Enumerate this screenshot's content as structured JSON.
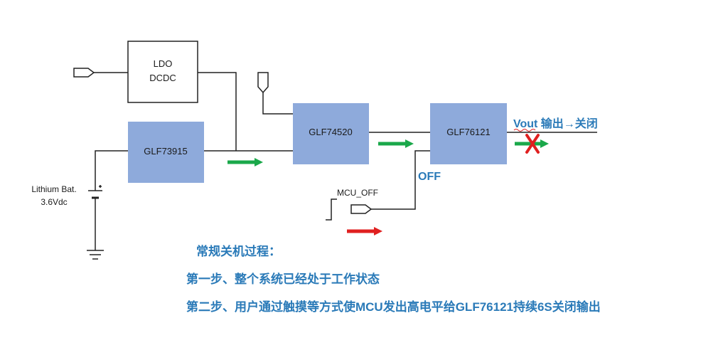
{
  "colors": {
    "block_fill": "#8eaadb",
    "wire": "#222222",
    "green_arrow": "#1aa84a",
    "red_arrow": "#e02020",
    "text_blue": "#2a7ab8",
    "cross_red": "#e02020",
    "squiggle_red": "#e02020"
  },
  "blocks": {
    "ldo": {
      "line1": "LDO",
      "line2": "DCDC"
    },
    "glf73915": "GLF73915",
    "glf74520": "GLF74520",
    "glf76121": "GLF76121"
  },
  "labels": {
    "battery_line1": "Lithium Bat.",
    "battery_line2": "3.6Vdc",
    "mcu_off": "MCU_OFF",
    "off": "OFF",
    "vout": "Vout 输出→关闭"
  },
  "steps": {
    "title": "常规关机过程：",
    "step1": "第一步、整个系统已经处于工作状态",
    "step2": "第二步、用户通过触摸等方式使MCU发出高电平给GLF76121持续6S关闭输出"
  }
}
